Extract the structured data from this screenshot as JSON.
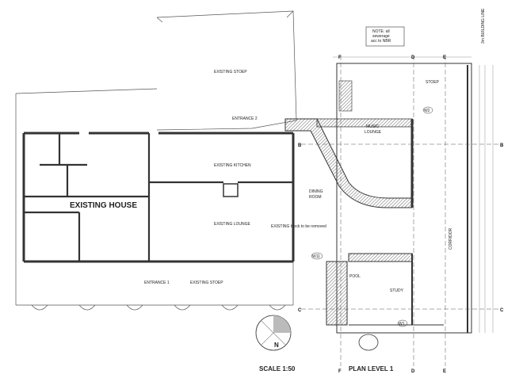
{
  "plan": {
    "title": "PLAN LEVEL 1",
    "scale": "SCALE 1:50",
    "north_label": "N",
    "note": [
      "NOTE: all",
      "sewerage",
      "acc to NBR"
    ],
    "building_line": "3m BUILDING LINE",
    "rooms": {
      "existing_house": "EXISTING HOUSE",
      "existing_stoep_top": "EXISTING STOEP",
      "entrance_2": "ENTRANCE 2",
      "existing_kitchen": "EXISTING KITCHEN",
      "existing_lounge": "EXISTING LOUNGE",
      "entrance_1": "ENTRANCE 1",
      "existing_stoep_bottom": "EXISTING STOEP",
      "dining_line1": "DINING",
      "dining_line2": "ROOM",
      "music_line1": "MUSIC",
      "music_line2": "LOUNGE",
      "stoep": "STOEP",
      "corridor": "CORRIDOR",
      "study": "STUDY",
      "pool": "POOL",
      "wall_removed": "EXISTING block to be removed"
    },
    "grid_labels": {
      "f": "F",
      "d": "D",
      "e": "E",
      "b": "B",
      "c": "C"
    },
    "window_tags": {
      "w1": "W1",
      "w2": "W2",
      "w11": "W11"
    },
    "colors": {
      "line": "#333333",
      "hatch": "#888888",
      "fill_dark": "#555555"
    }
  }
}
